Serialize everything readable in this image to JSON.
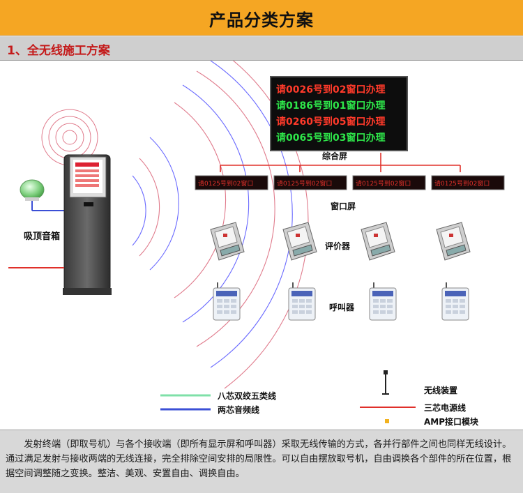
{
  "header": {
    "title": "产品分类方案"
  },
  "section": {
    "title": "1、全无线施工方案"
  },
  "main_screen": {
    "lines": [
      {
        "text": "请0026号到02窗口办理",
        "color": "#ff3a2a"
      },
      {
        "text": "请0186号到01窗口办理",
        "color": "#2ee64a"
      },
      {
        "text": "请0260号到05窗口办理",
        "color": "#ff3a2a"
      },
      {
        "text": "请0065号到03窗口办理",
        "color": "#2ee64a"
      }
    ],
    "label": "综合屏"
  },
  "window_screens": {
    "items": [
      "请0125号到02窗口",
      "请0125号到02窗口",
      "请0125号到02窗口",
      "请0125号到02窗口"
    ],
    "label": "窗口屏"
  },
  "labels": {
    "ceiling_speaker": "吸顶音箱",
    "evaluator": "评价器",
    "caller": "呼叫器"
  },
  "legend": {
    "twisted_pair": "八芯双绞五类线",
    "audio_cable": "两芯音频线",
    "wireless_device": "无线装置",
    "power_cable": "三芯电源线",
    "amp_module": "AMP接口模块"
  },
  "colors": {
    "title_bar": "#f5a623",
    "section_text": "#c41a1a",
    "power_line": "#e0302a",
    "twisted_pair": "#7fe0a8",
    "audio_cable": "#3b4fd6",
    "amp_dot": "#f2b21e"
  },
  "description": "发射终端（即取号机）与各个接收端（即所有显示屏和呼叫器）采取无线传输的方式，各并行部件之间也同样无线设计。通过满足发射与接收两端的无线连接，完全排除空间安排的局限性。可以自由摆放取号机，自由调换各个部件的所在位置，根据空间调整随之变换。整洁、美观、安置自由、调换自由。"
}
